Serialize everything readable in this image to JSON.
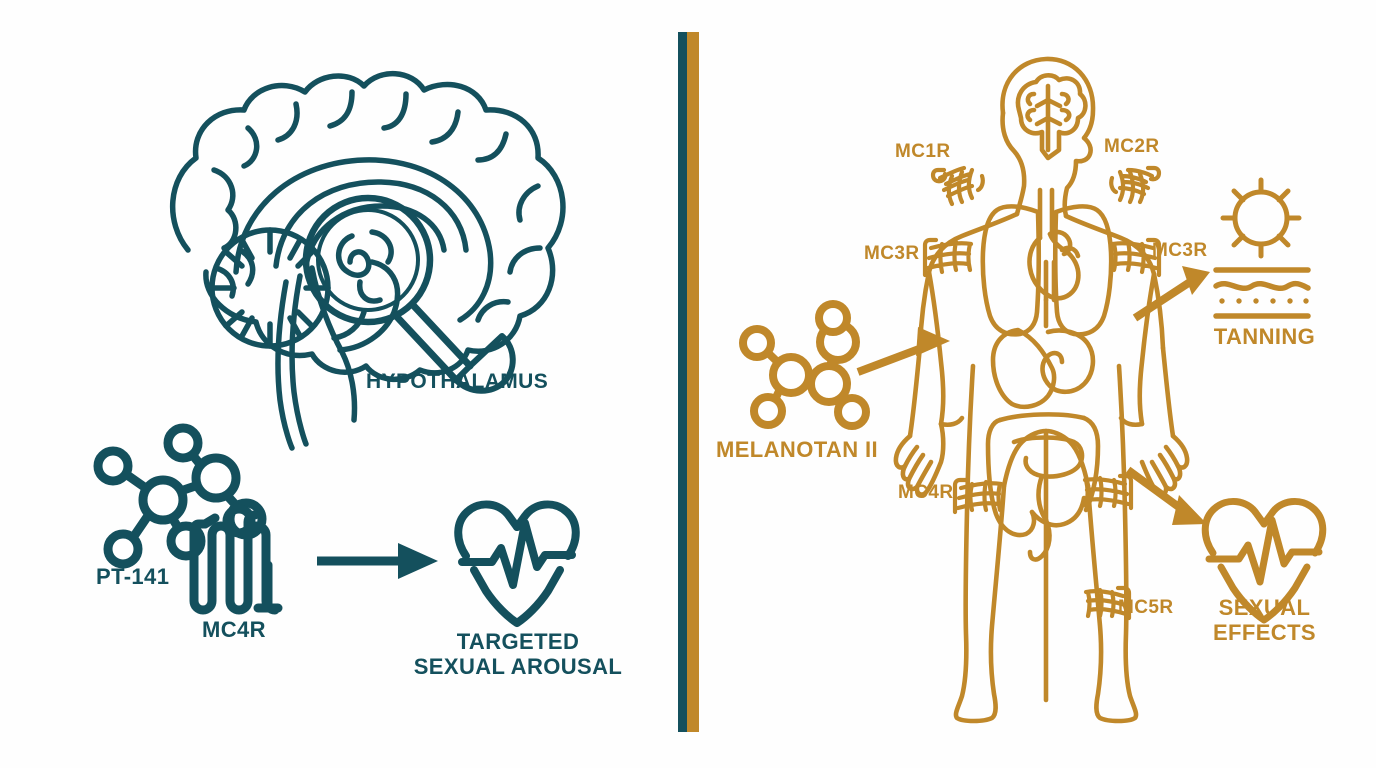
{
  "palette": {
    "teal": "#14505d",
    "gold": "#c0882a",
    "background": "#ffffff"
  },
  "divider": {
    "name": "vertical-divider",
    "teal_bar": "#14505d",
    "gold_bar": "#c0882a"
  },
  "left_panel": {
    "brain": {
      "icon": "brain-magnifier-icon",
      "label": "HYPOTHALAMUS"
    },
    "molecule": {
      "icon": "molecule-icon",
      "label": "PT-141"
    },
    "receptor": {
      "icon": "receptor-serpentine-icon",
      "label": "MC4R"
    },
    "arrow": {
      "icon": "arrow-right-icon"
    },
    "outcome": {
      "icon": "heart-pulse-icon",
      "label_line1": "TARGETED",
      "label_line2": "SEXUAL AROUSAL"
    }
  },
  "right_panel": {
    "molecule": {
      "icon": "molecule-icon",
      "label": "MELANOTAN II"
    },
    "body": {
      "icon": "human-body-organs-icon",
      "head_icon": "brain-in-head-icon",
      "organs": [
        "lungs",
        "heart",
        "liver",
        "stomach",
        "intestines"
      ]
    },
    "receptors": [
      {
        "label": "MC1R",
        "side": "left",
        "region": "shoulder"
      },
      {
        "label": "MC2R",
        "side": "right",
        "region": "shoulder"
      },
      {
        "label": "MC3R",
        "side": "left",
        "region": "upper-arm"
      },
      {
        "label": "MC3R",
        "side": "right",
        "region": "upper-arm"
      },
      {
        "label": "MC4R",
        "side": "left",
        "region": "thigh"
      },
      {
        "label": "MC5R",
        "side": "right",
        "region": "lower-leg"
      }
    ],
    "arrows": [
      {
        "name": "arrow-to-body",
        "direction": "right"
      },
      {
        "name": "arrow-to-tanning",
        "direction": "up-right"
      },
      {
        "name": "arrow-to-sexual-effects",
        "direction": "down-right"
      }
    ],
    "outcomes": [
      {
        "icon": "sun-skin-icon",
        "label_line1": "TANNING",
        "label_line2": ""
      },
      {
        "icon": "heart-pulse-icon",
        "label_line1": "SEXUAL",
        "label_line2": "EFFECTS"
      }
    ]
  }
}
